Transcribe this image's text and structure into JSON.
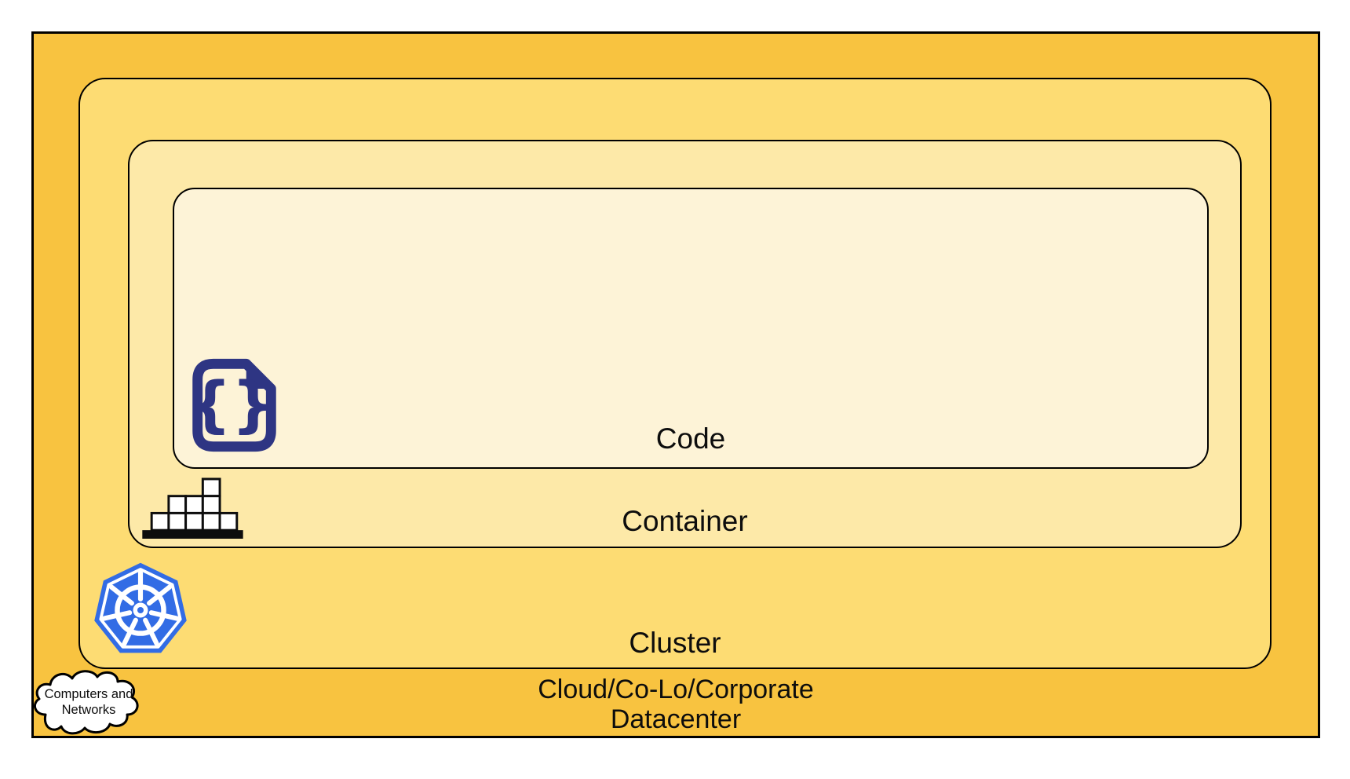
{
  "diagram_title": "Code Container Cluster Cloud nested diagram",
  "colors": {
    "datacenter_fill": "#F8C340",
    "cluster_fill": "#FDDC73",
    "container_fill": "#FDE9A8",
    "code_fill": "#FDF3D7",
    "kubernetes_blue": "#326CE5",
    "code_icon_navy": "#2E3583",
    "icon_black": "#0d0d0d",
    "border_black": "#000000"
  },
  "layers": {
    "code": {
      "label": "Code"
    },
    "container": {
      "label": "Container"
    },
    "cluster": {
      "label": "Cluster"
    },
    "datacenter": {
      "label_line1": "Cloud/Co-Lo/Corporate",
      "label_line2": "Datacenter"
    }
  },
  "cloud_callout": {
    "line1": "Computers and",
    "line2": "Networks"
  },
  "icons": {
    "code_glyph": "{}",
    "code": "code-file-icon",
    "container": "stacked-containers-icon",
    "cluster": "kubernetes-icon",
    "network": "cloud-icon"
  }
}
